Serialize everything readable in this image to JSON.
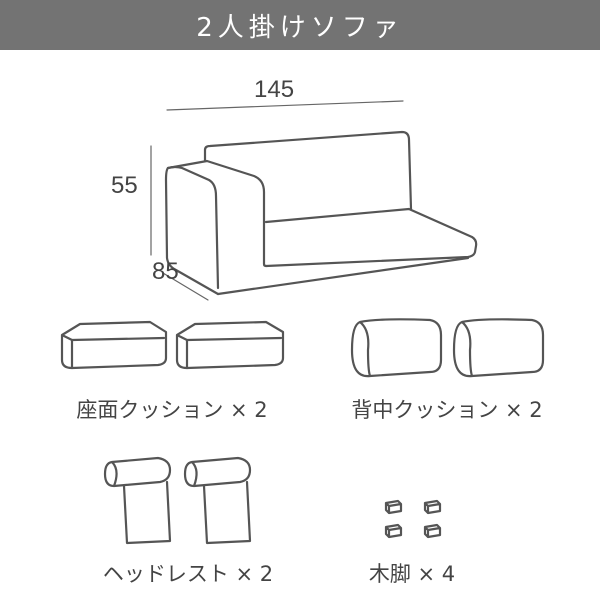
{
  "header": {
    "title": "2人掛けソファ"
  },
  "dimensions": {
    "width": "145",
    "height": "55",
    "depth": "85"
  },
  "parts": [
    {
      "label": "座面クッション × 2"
    },
    {
      "label": "背中クッション × 2"
    },
    {
      "label": "ヘッドレスト × 2"
    },
    {
      "label": "木脚 × 4"
    }
  ]
}
